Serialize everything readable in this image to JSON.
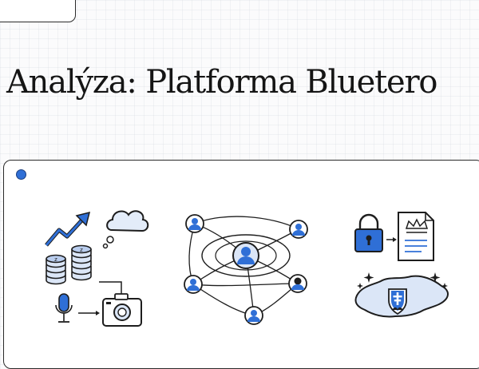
{
  "title": "Analýza: Platforma Bluetero",
  "colors": {
    "accent_blue": "#2f6fd6",
    "ink": "#1d1d1d",
    "wash_blue": "#dbe6f7"
  },
  "illustrations": [
    {
      "name": "growth-audio-photo",
      "icons": [
        "trend-arrow-icon",
        "coin-stack-icon",
        "thought-cloud-icon",
        "microphone-icon",
        "camera-icon"
      ]
    },
    {
      "name": "network",
      "icons": [
        "person-node-icon"
      ]
    },
    {
      "name": "rights-slovakia",
      "icons": [
        "padlock-icon",
        "certificate-icon",
        "slovakia-map-icon",
        "slovak-coat-of-arms-icon",
        "sparkle-icon"
      ]
    }
  ]
}
